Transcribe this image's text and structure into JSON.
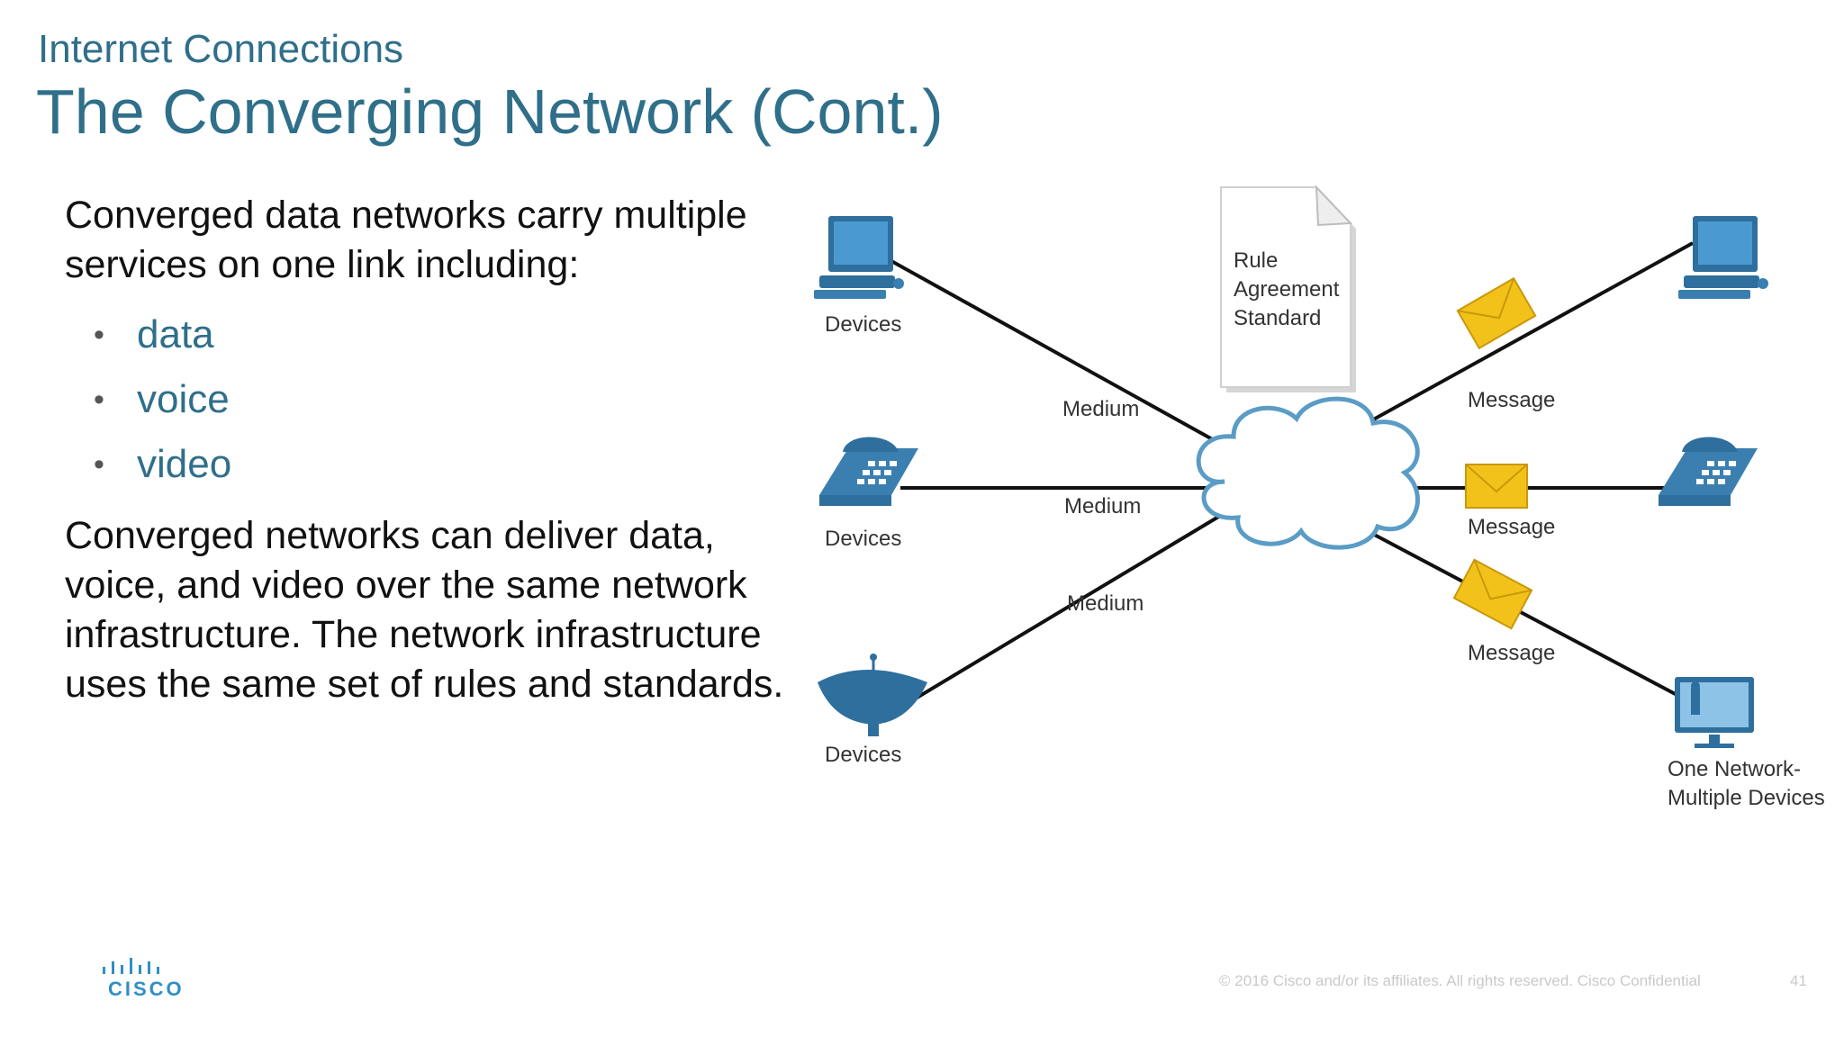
{
  "header": {
    "subtitle": "Internet Connections",
    "title": "The Converging Network (Cont.)"
  },
  "body": {
    "intro": "Converged data networks carry multiple services on one link including:",
    "bullets": [
      "data",
      "voice",
      "video"
    ],
    "conclusion": "Converged networks can deliver data, voice, and video over the same network infrastructure. The network infrastructure uses the same set of rules and standards."
  },
  "diagram": {
    "document_lines": [
      "Rule",
      "Agreement",
      "Standard"
    ],
    "left_labels": [
      "Devices",
      "Devices",
      "Devices"
    ],
    "medium_labels": [
      "Medium",
      "Medium",
      "Medium"
    ],
    "message_labels": [
      "Message",
      "Message",
      "Message"
    ],
    "right_device_label": [
      "One Network-",
      "Multiple Devices"
    ]
  },
  "footer": {
    "logo": "CISCO",
    "copyright": "© 2016  Cisco and/or its affiliates. All rights reserved.   Cisco Confidential",
    "page_number": "41"
  },
  "colors": {
    "title": "#2f6f8a",
    "icon_blue": "#3b7fb0",
    "envelope": "#f2c21b",
    "cisco_blue": "#2f8fc4"
  }
}
